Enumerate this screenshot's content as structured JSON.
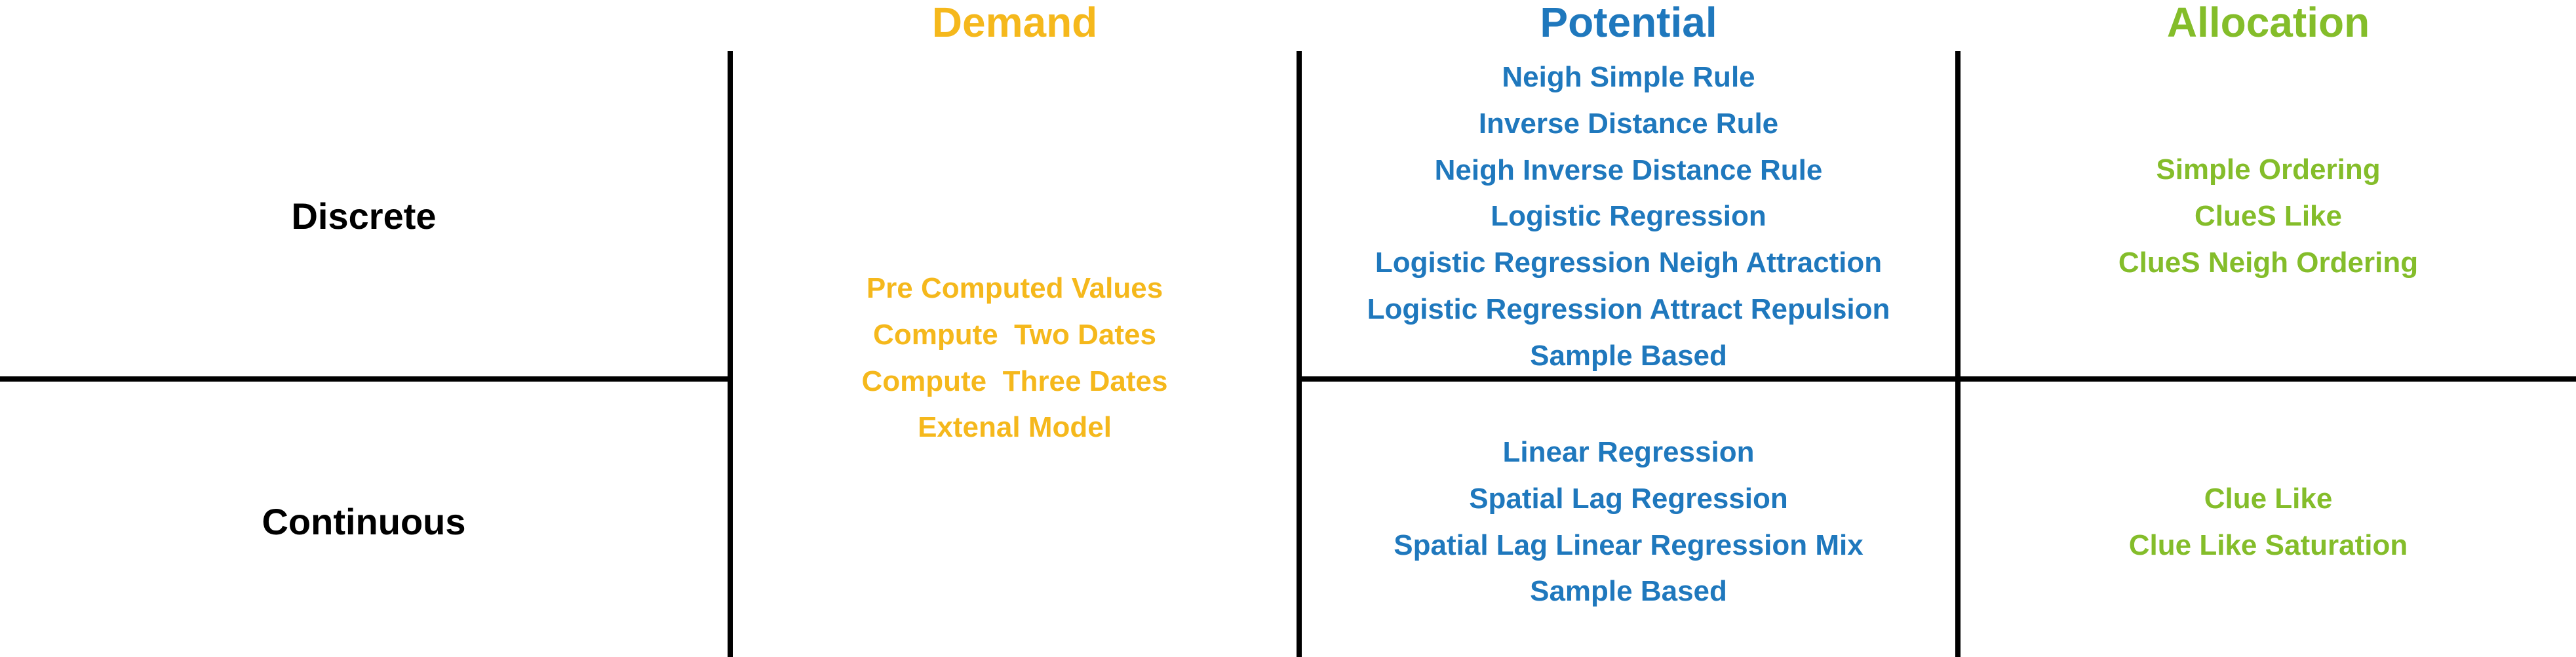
{
  "colors": {
    "demand": "#f5b81c",
    "potential": "#1f78bd",
    "allocation": "#84bd2a",
    "grid": "#000000"
  },
  "headers": {
    "demand": "Demand",
    "potential": "Potential",
    "allocation": "Allocation"
  },
  "rows": {
    "discrete": "Discrete",
    "continuous": "Continuous"
  },
  "demand": {
    "items": [
      "Pre Computed Values",
      "Compute  Two Dates",
      "Compute  Three Dates",
      "Extenal Model"
    ]
  },
  "potential": {
    "discrete": [
      "Neigh Simple Rule",
      "Inverse Distance Rule",
      "Neigh Inverse Distance Rule",
      "Logistic Regression",
      "Logistic Regression Neigh Attraction",
      "Logistic Regression Attract Repulsion",
      "Sample Based"
    ],
    "continuous": [
      "Linear Regression",
      "Spatial Lag Regression",
      "Spatial Lag Linear Regression Mix",
      "Sample Based"
    ]
  },
  "allocation": {
    "discrete": [
      "Simple Ordering",
      "ClueS Like",
      "ClueS Neigh Ordering"
    ],
    "continuous": [
      "Clue Like",
      "Clue Like Saturation"
    ]
  }
}
